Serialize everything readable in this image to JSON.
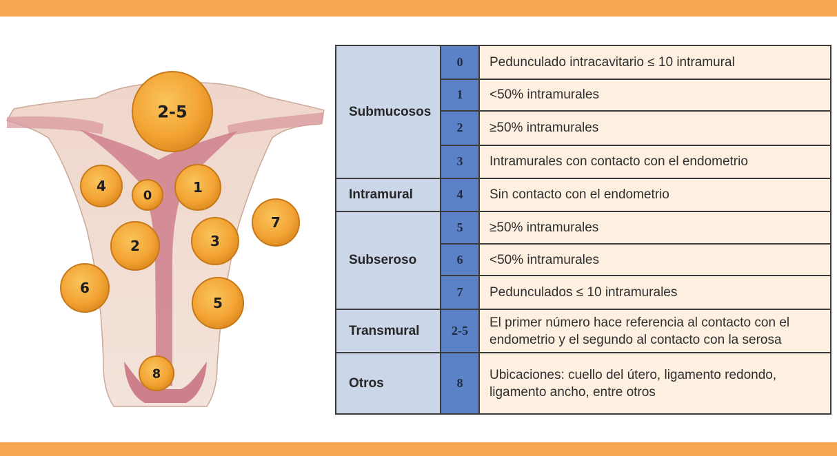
{
  "colors": {
    "accent_band": "#f6a74f",
    "category_bg": "#cbd6e8",
    "code_bg": "#5b82c6",
    "description_bg": "#fdf0e0",
    "fibroid": "#f3a434",
    "uterine_tissue": "#edcfc3",
    "endometrium": "#cf7f8c"
  },
  "diagram": {
    "fibroid_labels": [
      "2-5",
      "4",
      "0",
      "1",
      "7",
      "2",
      "3",
      "6",
      "5",
      "8"
    ]
  },
  "table": {
    "groups": [
      {
        "category": "Submucosos",
        "rows": [
          {
            "code": "0",
            "description": "Pedunculado intracavitario ≤ 10 intramural"
          },
          {
            "code": "1",
            "description": "<50% intramurales"
          },
          {
            "code": "2",
            "description": "≥50% intramurales"
          },
          {
            "code": "3",
            "description": "Intramurales con contacto con el endometrio"
          }
        ]
      },
      {
        "category": "Intramural",
        "rows": [
          {
            "code": "4",
            "description": "Sin contacto con el endometrio"
          }
        ]
      },
      {
        "category": "Subseroso",
        "rows": [
          {
            "code": "5",
            "description": "≥50% intramurales"
          },
          {
            "code": "6",
            "description": "<50% intramurales"
          },
          {
            "code": "7",
            "description": "Pedunculados ≤ 10 intramurales"
          }
        ]
      },
      {
        "category": "Transmural",
        "rows": [
          {
            "code": "2-5",
            "description": "El primer número hace referencia al contacto con el endometrio y el segundo al contacto con la serosa"
          }
        ]
      },
      {
        "category": "Otros",
        "rows": [
          {
            "code": "8",
            "description": "Ubicaciones: cuello del útero, ligamento redondo, ligamento ancho, entre otros"
          }
        ]
      }
    ]
  }
}
